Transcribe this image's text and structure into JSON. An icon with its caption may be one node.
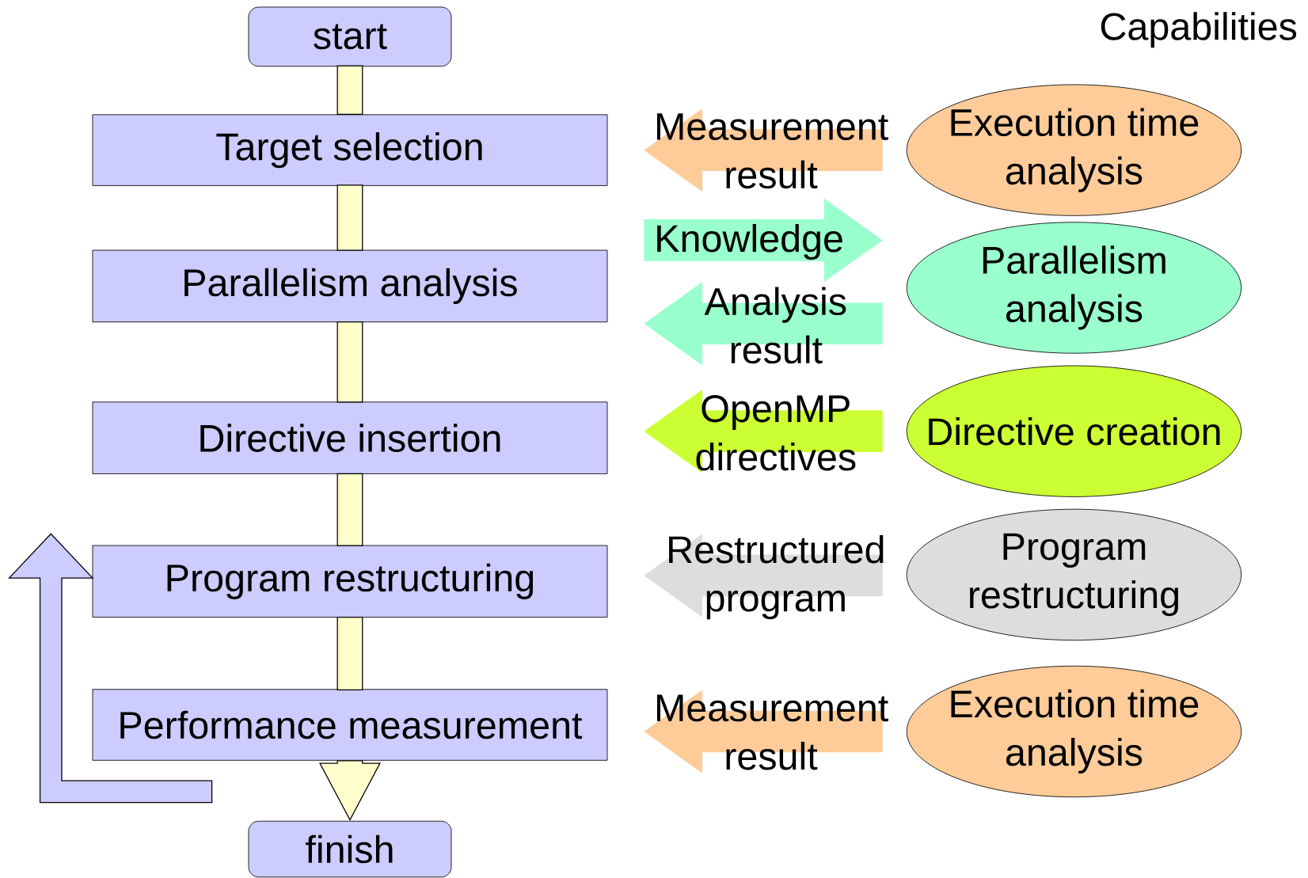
{
  "diagram": {
    "title": "Capabilities",
    "nodes": [
      {
        "text": [
          "start"
        ]
      },
      {
        "text": [
          "Target selection"
        ]
      },
      {
        "text": [
          "Parallelism analysis"
        ]
      },
      {
        "text": [
          "Directive insertion"
        ]
      },
      {
        "text": [
          "Program restructuring"
        ]
      },
      {
        "text": [
          "Performance measurement"
        ]
      },
      {
        "text": [
          "finish"
        ]
      },
      {
        "text": [
          "Execution time analysis"
        ]
      },
      {
        "text": [
          "Parallelism analysis"
        ]
      },
      {
        "text": [
          "Directive creation"
        ]
      },
      {
        "text": [
          "Program restructuring"
        ]
      },
      {
        "text": [
          "Execution time analysis"
        ]
      }
    ],
    "edges": [
      {
        "from": 0,
        "to": 1,
        "arrow": "none"
      },
      {
        "from": 1,
        "to": 2,
        "arrow": "none"
      },
      {
        "from": 2,
        "to": 3,
        "arrow": "none"
      },
      {
        "from": 3,
        "to": 4,
        "arrow": "none"
      },
      {
        "from": 4,
        "to": 5,
        "arrow": "none"
      },
      {
        "from": 5,
        "to": 6,
        "arrow": "to"
      },
      {
        "from": 7,
        "to": 1,
        "arrow": "to",
        "label": "Measurement result",
        "color": "#ffcc99"
      },
      {
        "from": 2,
        "to": 8,
        "arrow": "to",
        "label": "Knowledge",
        "color": "#99ffcc"
      },
      {
        "from": 8,
        "to": 2,
        "arrow": "to",
        "label": "Analysis result",
        "color": "#99ffcc"
      },
      {
        "from": 9,
        "to": 3,
        "arrow": "to",
        "label": "OpenMP directives",
        "color": "#ccff33"
      },
      {
        "from": 10,
        "to": 4,
        "arrow": "to",
        "label": "Restructured program",
        "color": "#dddddd"
      },
      {
        "from": 11,
        "to": 5,
        "arrow": "to",
        "label": "Measurement result",
        "color": "#ffcc99"
      },
      {
        "from": 5,
        "to": 4,
        "arrow": "to",
        "color": "#ccccff"
      }
    ]
  }
}
